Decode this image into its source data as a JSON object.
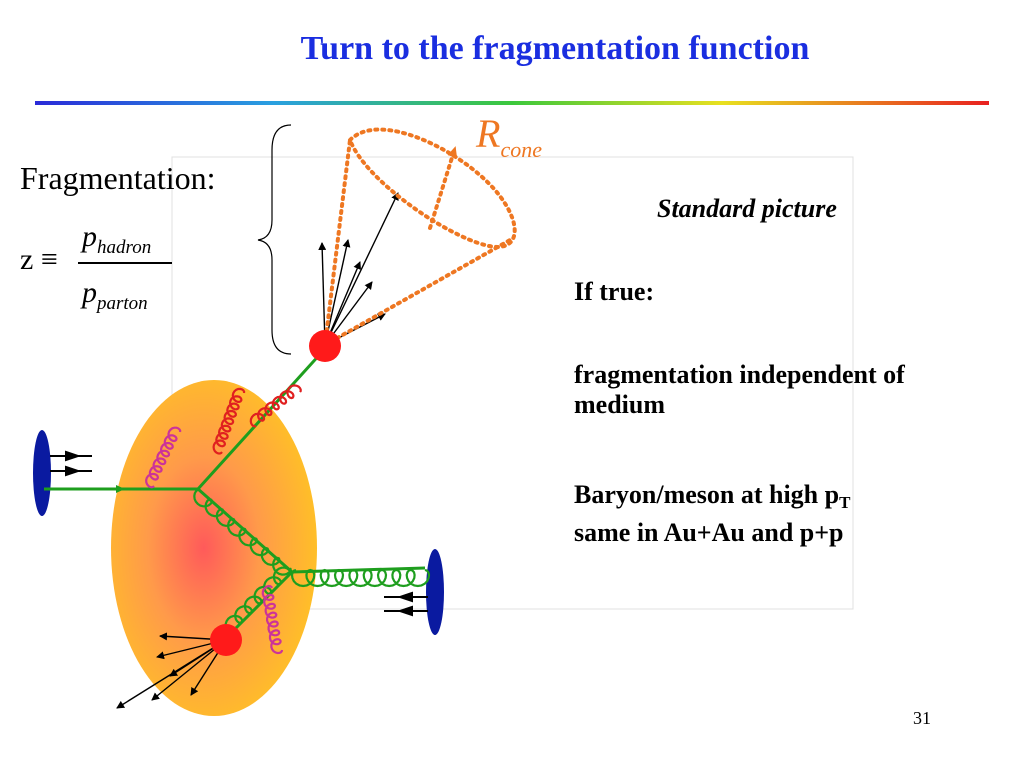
{
  "title": "Turn to the fragmentation function",
  "colors": {
    "title": "#1a2ee0",
    "cone": "#ee7722",
    "quark_line": "#1e9e1e",
    "hadron_dot": "#ff1a1a",
    "medium": "#ffc522",
    "gluon_magenta": "#cc3399",
    "gluon_red": "#e02020",
    "nucleus": "#0a1aa0"
  },
  "fragmentation_label": "Fragmentation:",
  "definition": {
    "lhs": "z ≡",
    "numerator_var": "p",
    "numerator_sub": "hadron",
    "denominator_var": "p",
    "denominator_sub": "parton"
  },
  "cone_label": {
    "var": "R",
    "sub": "cone"
  },
  "right_text": {
    "heading": "Standard picture",
    "if_true": "If true:",
    "line1": "fragmentation  independent of medium",
    "line2_main": "Baryon/meson at high p",
    "line2_sub": "T",
    "line2_tail": "same in Au+Au and p+p"
  },
  "page_number": "31"
}
